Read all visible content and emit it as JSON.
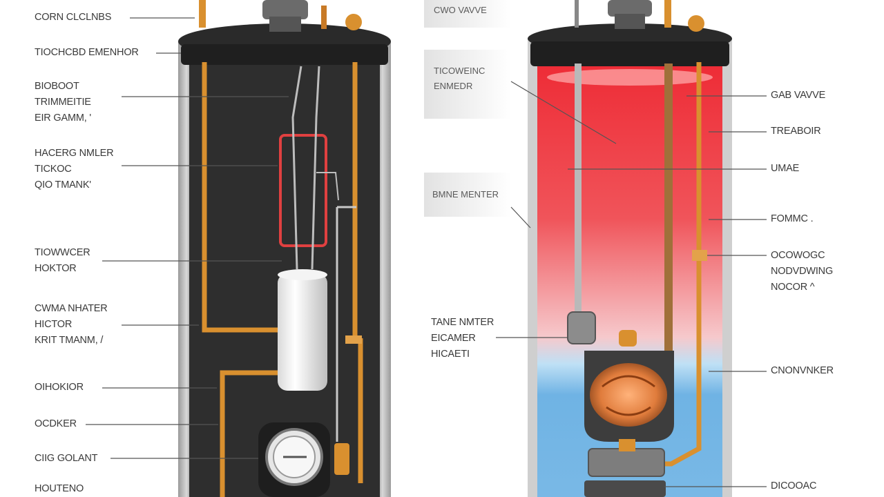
{
  "left_labels": [
    {
      "lines": [
        "CORN CLCLNBS"
      ]
    },
    {
      "lines": [
        "TIOCHCBD EMENHOR"
      ]
    },
    {
      "lines": [
        "BIOBOOT",
        "TRIMMEITIE",
        "EIR GAMM, '"
      ]
    },
    {
      "lines": [
        "HACERG NMLER",
        "TICKOC",
        "QIO TMANK'"
      ]
    },
    {
      "lines": [
        "TIOWWCER",
        "HOKTOR"
      ]
    },
    {
      "lines": [
        "CWMA NHATER",
        "HICTOR",
        "KRIT TMANM, /"
      ]
    },
    {
      "lines": [
        "OIHOKIOR"
      ]
    },
    {
      "lines": [
        "OCDKER"
      ]
    },
    {
      "lines": [
        "CIIG GOLANT"
      ]
    },
    {
      "lines": [
        "HOUTENO"
      ]
    }
  ],
  "center_labels": [
    {
      "lines": [
        "CWO VAVVE"
      ]
    },
    {
      "lines": [
        "TICOWEINC",
        "ENMEDR"
      ]
    },
    {
      "lines": [
        "BMNE MENTER"
      ]
    },
    {
      "lines": [
        "TANE NMTER",
        "EICAMER",
        "HICAETI"
      ]
    }
  ],
  "right_labels": [
    {
      "lines": [
        "GAB VAVVE"
      ]
    },
    {
      "lines": [
        "TREABOIR"
      ]
    },
    {
      "lines": [
        "UMAE"
      ]
    },
    {
      "lines": [
        "FOMMC ."
      ]
    },
    {
      "lines": [
        "OCOWOGC",
        "NODVDWING",
        "NOCOR ^"
      ]
    },
    {
      "lines": [
        "CNONVNKER"
      ]
    },
    {
      "lines": [
        "DICOOAC"
      ]
    }
  ],
  "colors": {
    "tank_body": "#3c3c3c",
    "tank_interior": "#2f2f2f",
    "pipe_copper": "#d9902f",
    "hot_water": "#e8323a",
    "cold_water": "#79b8e6",
    "element_wire": "#e04040",
    "leader": "#555555"
  }
}
